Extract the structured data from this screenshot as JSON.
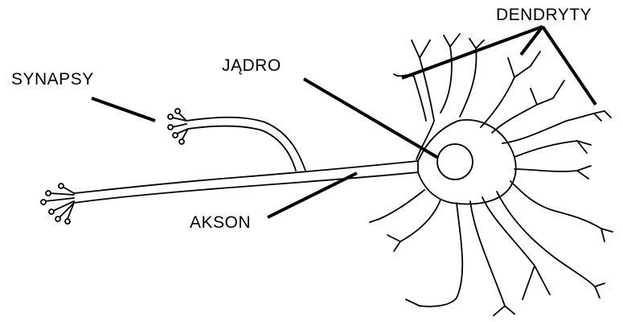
{
  "labels": {
    "synapses": "SYNAPSY",
    "nucleus": "JĄDRO",
    "axon": "AKSON",
    "dendrites": "DENDRYTY"
  },
  "colors": {
    "ink": "#000000",
    "background": "#ffffff"
  }
}
